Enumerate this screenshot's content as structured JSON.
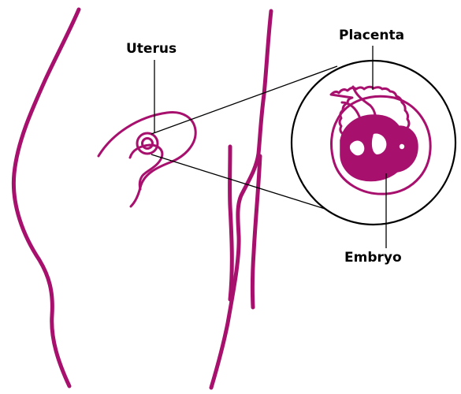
{
  "labels": {
    "uterus": "Uterus",
    "placenta": "Placenta",
    "embryo": "Embryo"
  },
  "colors": {
    "body_outline": "#a8106e",
    "embryo_fill": "#a8106e",
    "leader_lines": "#000000",
    "magnifier_ring": "#000000",
    "background": "#ffffff"
  }
}
